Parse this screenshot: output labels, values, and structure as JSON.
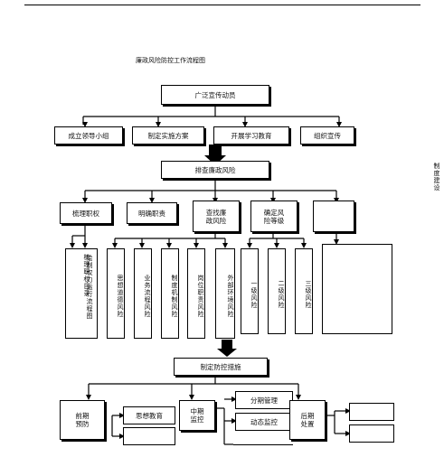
{
  "title": "廉政风险防控工作流程图",
  "side_note": "制度建设",
  "level1": {
    "publicize": "广泛宣传动员"
  },
  "level2": [
    "成立领导小组",
    "制定实施方案",
    "开展学习教育",
    "组织宣传"
  ],
  "level3": {
    "investigate": "排查廉政风险"
  },
  "level4": {
    "sort_power": "梳理职权",
    "clarify_duties": "明确职责",
    "find_risks": "查找廉\n政风险",
    "determine_level": "确定风\n险等级",
    "blank": ""
  },
  "level5": {
    "left_col1": "绘制权力运行流程图",
    "left_col2": "梳理职权目录",
    "risks": [
      "思想道德风险",
      "业务流程风险",
      "制度机制风险",
      "岗位职责风险",
      "外部环境风险"
    ],
    "grades": [
      "一级风险",
      "二级风险",
      "三级风险"
    ]
  },
  "level6": {
    "measures": "制定防控措施"
  },
  "bottom": {
    "pre": "前期\n预防",
    "pre_items": [
      "思想教育",
      ""
    ],
    "mid": "中期\n监控",
    "mid_items": [
      "分期管理",
      "动态监控"
    ],
    "post": "后期\n处置",
    "post_items": [
      "",
      ""
    ]
  }
}
